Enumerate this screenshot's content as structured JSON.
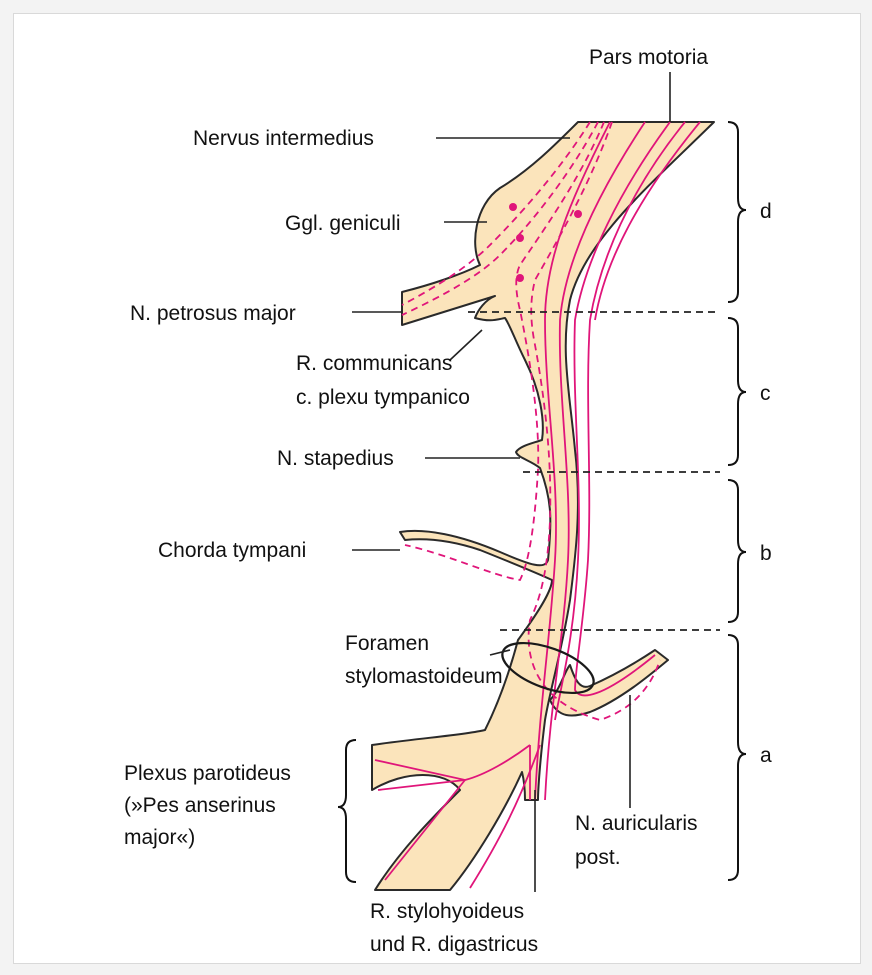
{
  "labels": {
    "pars_motoria": "Pars motoria",
    "nervus_intermedius": "Nervus intermedius",
    "ggl_geniculi": "Ggl. geniculi",
    "n_petrosus_major": "N. petrosus major",
    "r_communicans_1": "R. communicans",
    "r_communicans_2": "c. plexu tympanico",
    "n_stapedius": "N. stapedius",
    "chorda_tympani": "Chorda tympani",
    "foramen_1": "Foramen",
    "foramen_2": "stylomastoideum",
    "plexus_1": "Plexus parotideus",
    "plexus_2": "(»Pes anserinus",
    "plexus_3": "major«)",
    "auricularis_1": "N. auricularis",
    "auricularis_2": "post.",
    "stylohyoideus_1": "R. stylohyoideus",
    "stylohyoideus_2": "und R. digastricus"
  },
  "segments": {
    "d": "d",
    "c": "c",
    "b": "b",
    "a": "a"
  },
  "colors": {
    "nerve_fill": "#fbe4bb",
    "fiber": "#e0157a",
    "outline": "#2a2a2a"
  }
}
